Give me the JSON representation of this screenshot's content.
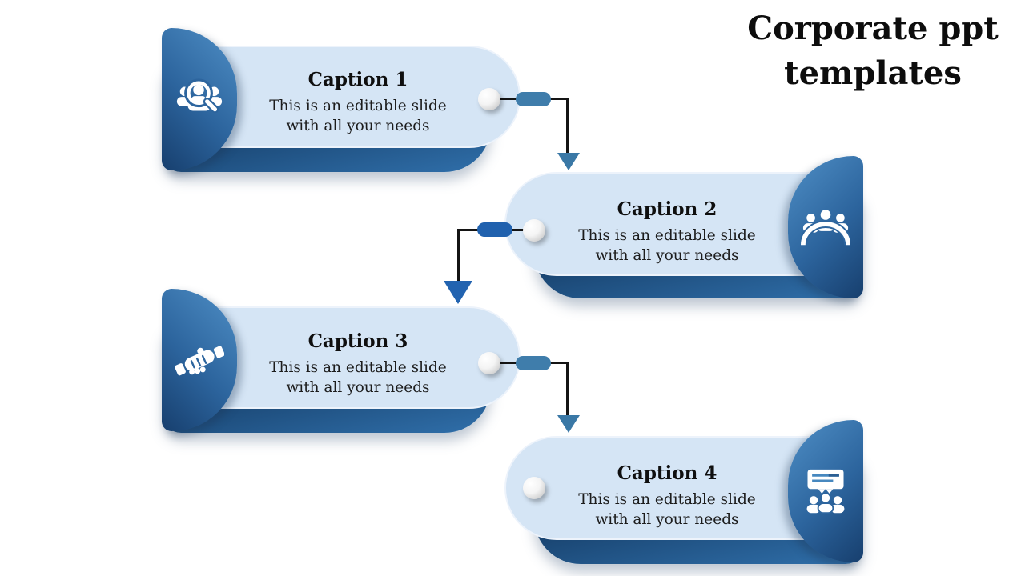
{
  "slide": {
    "title_line1": "Corporate ppt",
    "title_line2": "templates"
  },
  "blocks": [
    {
      "caption": "Caption 1",
      "body_line1": "This is an editable slide",
      "body_line2": "with all your needs",
      "icon": "people-search-icon"
    },
    {
      "caption": "Caption 2",
      "body_line1": "This is an editable slide",
      "body_line2": "with all your needs",
      "icon": "meeting-table-icon"
    },
    {
      "caption": "Caption 3",
      "body_line1": "This is an editable slide",
      "body_line2": "with all your needs",
      "icon": "handshake-icon"
    },
    {
      "caption": "Caption 4",
      "body_line1": "This is an editable slide",
      "body_line2": "with all your needs",
      "icon": "presentation-audience-icon"
    }
  ],
  "colors": {
    "tag_fill": "#d5e5f5",
    "tag_shadow_dark": "#12375f",
    "tag_shadow_light": "#2e6ca6",
    "badge_dark": "#173f6e",
    "badge_mid": "#2c649d",
    "badge_light": "#4f8fc6",
    "pill_steel": "#3f7dab",
    "pill_vivid": "#2061ae",
    "arrow_steel": "#3a78a6",
    "arrow_vivid": "#2263b0",
    "connector_line": "#141414",
    "title_color": "#0d0d0d",
    "text_color": "#1c1c1c"
  }
}
